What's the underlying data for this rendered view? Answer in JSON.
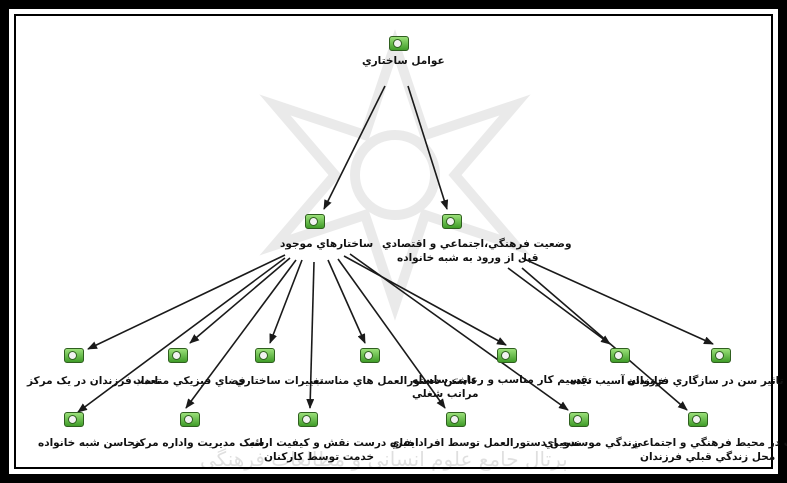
{
  "nodes": {
    "root": "عوامل ساختاري",
    "existing": "ساختارهاي موجود",
    "status_line1": "وضعيت فرهنگي،اجتماعي و اقتصادي",
    "status_line2": "قبل از ورود به شبه خانواده",
    "children_count": "تعداد فرزندان در يک مرکز",
    "physical_space": "فضاي فيزيکي مناسب",
    "structural_changes": "تغييرات ساختاري",
    "procedures": "داشتن دستورالعمل هاي مناسب",
    "division_line1": "تقسيم کار مناسب و رعايت سلسله",
    "division_line2": "مراتب شغلي",
    "damaged_family": "خانواده آسيب ديده",
    "age_effect": "تاثير سن در سازگاري فرزندان",
    "advantages": "محاسن شبه خانواده",
    "management_style": "سبک مديريت  واداره مرکز",
    "roles_line1": "ايفاي درست نقش و کيفيت ارائه",
    "roles_line2": "خدمت توسط کارکنان",
    "expert_procedures": "تدوين دستورالعمل توسط افراد خبره",
    "institution_life": "زندگي موسسه اي",
    "residence_line1": "اقامت در محيط فرهنگي و اجتماعي",
    "residence_line2": "محل زندگي قبلي فرزندان"
  },
  "watermark_text": "پرتال جامع علوم انسانی و مطالعات فرهنگی",
  "colors": {
    "node_fill": "#5cb83c",
    "node_border": "#2f5f1f",
    "edge": "#1a1a1a",
    "frame": "#000000"
  }
}
